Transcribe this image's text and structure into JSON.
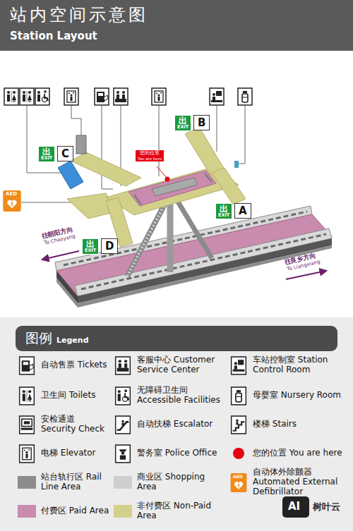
{
  "diagram": {
    "title": "站内空间示意图",
    "nodes": [
      {
        "text": [
          "出",
          "EXIT"
        ]
      },
      {
        "text": [
          "B"
        ]
      },
      {
        "text": [
          "出",
          "EXIT"
        ]
      },
      {
        "text": [
          "C"
        ]
      },
      {
        "text": [
          "您的位置",
          "You are here"
        ]
      },
      {
        "text": [
          "出",
          "EXIT"
        ]
      },
      {
        "text": [
          "A"
        ]
      },
      {
        "text": [
          "出",
          "EXIT"
        ]
      },
      {
        "text": [
          "D"
        ]
      },
      {
        "text": [
          "图例",
          "Legend"
        ]
      }
    ],
    "labels": [
      "Station Layout",
      "AED",
      "往朝阳方向",
      "To Chaoyang",
      "往良乡方向",
      "To Liangxiang",
      "AED",
      "AI",
      "树叶云"
    ],
    "legend": [
      {
        "text": "自动售票 Tickets"
      },
      {
        "text": "客服中心 Customer Service Center"
      },
      {
        "text": "车站控制室 Station Control Room"
      },
      {
        "text": "卫生间 Toilets"
      },
      {
        "text": "无障碍卫生间 Accessible Facilities"
      },
      {
        "text": "母婴室 Nursery Room"
      },
      {
        "text": "安检通道 Security Check"
      },
      {
        "text": "自动扶梯 Escalator"
      },
      {
        "text": "楼梯 Stairs"
      },
      {
        "text": "电梯 Elevator"
      },
      {
        "text": "警务室 Police Office"
      },
      {
        "text": "您的位置 You are here",
        "color": "#e60012"
      },
      {
        "text": "站台轨行区 Rail Line Area",
        "color": "#8c8c8c"
      },
      {
        "text": "商业区 Shopping Area",
        "color": "#cfcfcf"
      },
      {
        "text": "自动体外除颤器 Automated External Defibrillator"
      },
      {
        "text": "付费区 Paid Area",
        "color": "#c98bae"
      },
      {
        "text": "非付费区 Non-Paid Area",
        "color": "#d3d08a"
      }
    ]
  }
}
